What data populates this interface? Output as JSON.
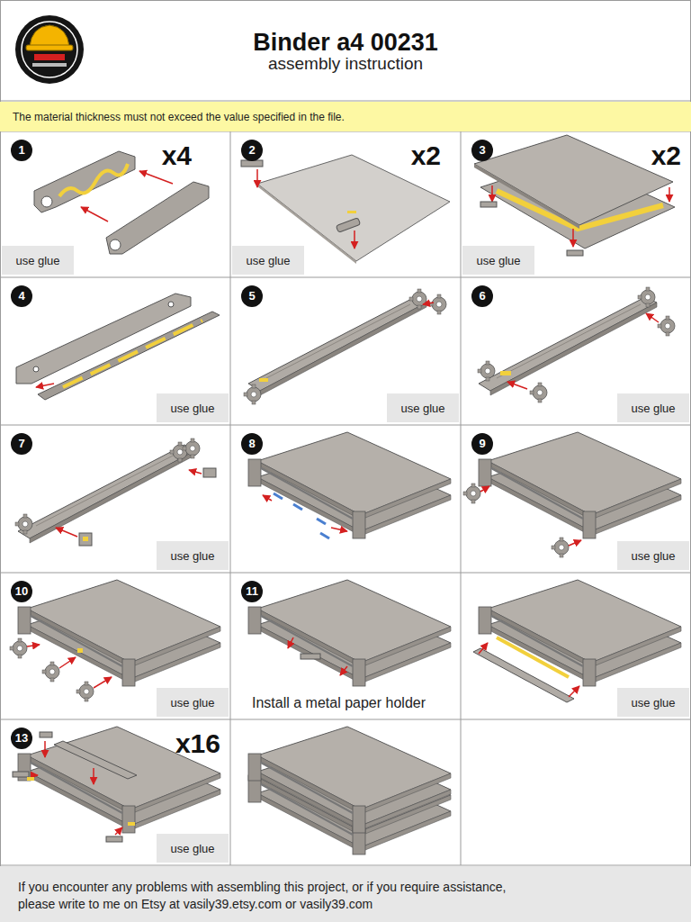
{
  "diagram": {
    "title": "Binder a4 00231",
    "nodes": [
      {
        "text": [
          "The material thickness must not exceed the value specified in the file."
        ]
      },
      {
        "text": [
          "1",
          "x4"
        ]
      },
      {
        "text": [
          "use glue"
        ],
        "in": 1
      },
      {
        "text": [
          "2",
          "x2"
        ]
      },
      {
        "text": [
          "use glue"
        ],
        "in": 3
      },
      {
        "text": [
          "3",
          "x2"
        ]
      },
      {
        "text": [
          "use glue"
        ],
        "in": 5
      },
      {
        "text": [
          "4"
        ]
      },
      {
        "text": [
          "use glue"
        ],
        "in": 7
      },
      {
        "text": [
          "5"
        ]
      },
      {
        "text": [
          "use glue"
        ],
        "in": 9
      },
      {
        "text": [
          "6"
        ]
      },
      {
        "text": [
          "use glue"
        ],
        "in": 11
      },
      {
        "text": [
          "7"
        ]
      },
      {
        "text": [
          "use glue"
        ],
        "in": 13
      },
      {
        "text": [
          "8"
        ]
      },
      {
        "text": [
          "9"
        ]
      },
      {
        "text": [
          "use glue"
        ],
        "in": 16
      },
      {
        "text": [
          "10"
        ]
      },
      {
        "text": [
          "use glue"
        ],
        "in": 18
      },
      {
        "text": [
          "11",
          "Install a metal paper holder"
        ]
      },
      {
        "text": [
          "use glue"
        ]
      },
      {
        "text": [
          "13",
          "x16"
        ]
      },
      {
        "text": [
          "use glue"
        ],
        "in": 22
      },
      {
        "text": [
          "If you encounter any problems with assembling this project, or if you require assistance, please write to me on Etsy at vasily39.etsy.com or vasily39.com"
        ]
      }
    ],
    "labels": [
      "assembly instruction"
    ]
  }
}
